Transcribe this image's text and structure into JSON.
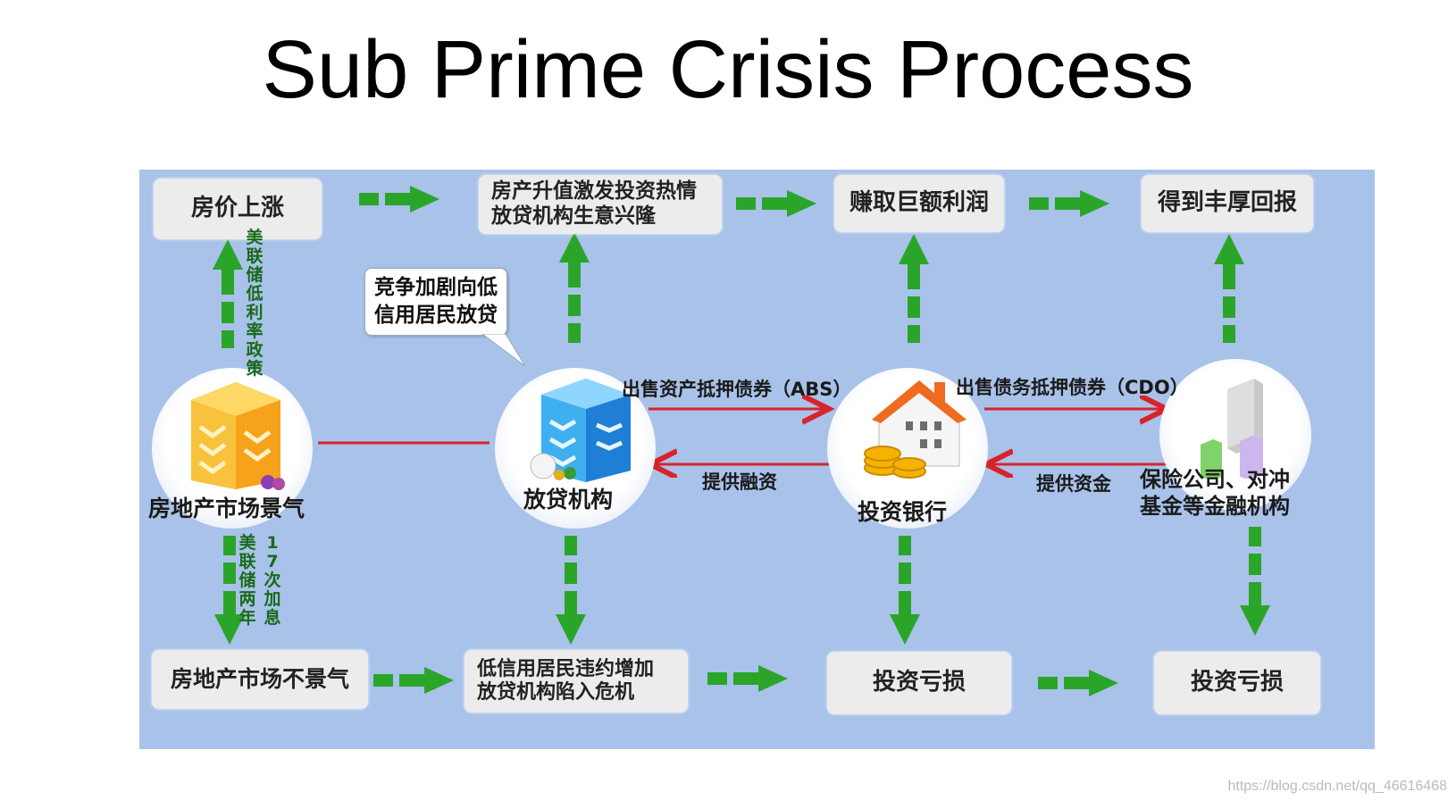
{
  "title": "Sub Prime Crisis Process",
  "watermark": "https://blog.csdn.net/qq_46616468",
  "top_boxes": {
    "b1": "房价上涨",
    "b2_line1": "房产升值激发投资热情",
    "b2_line2": "放贷机构生意兴隆",
    "b3": "赚取巨额利润",
    "b4": "得到丰厚回报"
  },
  "bottom_boxes": {
    "b1": "房地产市场不景气",
    "b2_line1": "低信用居民违约增加",
    "b2_line2": "放贷机构陷入危机",
    "b3": "投资亏损",
    "b4": "投资亏损"
  },
  "nodes": {
    "real_estate": "房地产市场景气",
    "lenders": "放贷机构",
    "investment_bank": "投资银行",
    "insurers_line1": "保险公司、对冲",
    "insurers_line2": "基金等金融机构"
  },
  "bubble": {
    "line1": "竞争加剧向低",
    "line2": "信用居民放贷"
  },
  "flows": {
    "abs": "出售资产抵押债券（ABS）",
    "cdo": "出售债务抵押债券（CDO）",
    "financing": "提供融资",
    "funding": "提供资金"
  },
  "side_notes": {
    "fed_low_rate": "美联储低利率政策",
    "fed_two_years": "美联储两年",
    "rate_hikes": "17次加息"
  },
  "colors": {
    "panel_bg": "#a9c2ea",
    "arrow_green": "#2aa52a",
    "arrow_red": "#d9232a"
  },
  "icons": [
    "orange-building-icon",
    "blue-building-icon",
    "house-coins-icon",
    "gray-towers-icon"
  ]
}
